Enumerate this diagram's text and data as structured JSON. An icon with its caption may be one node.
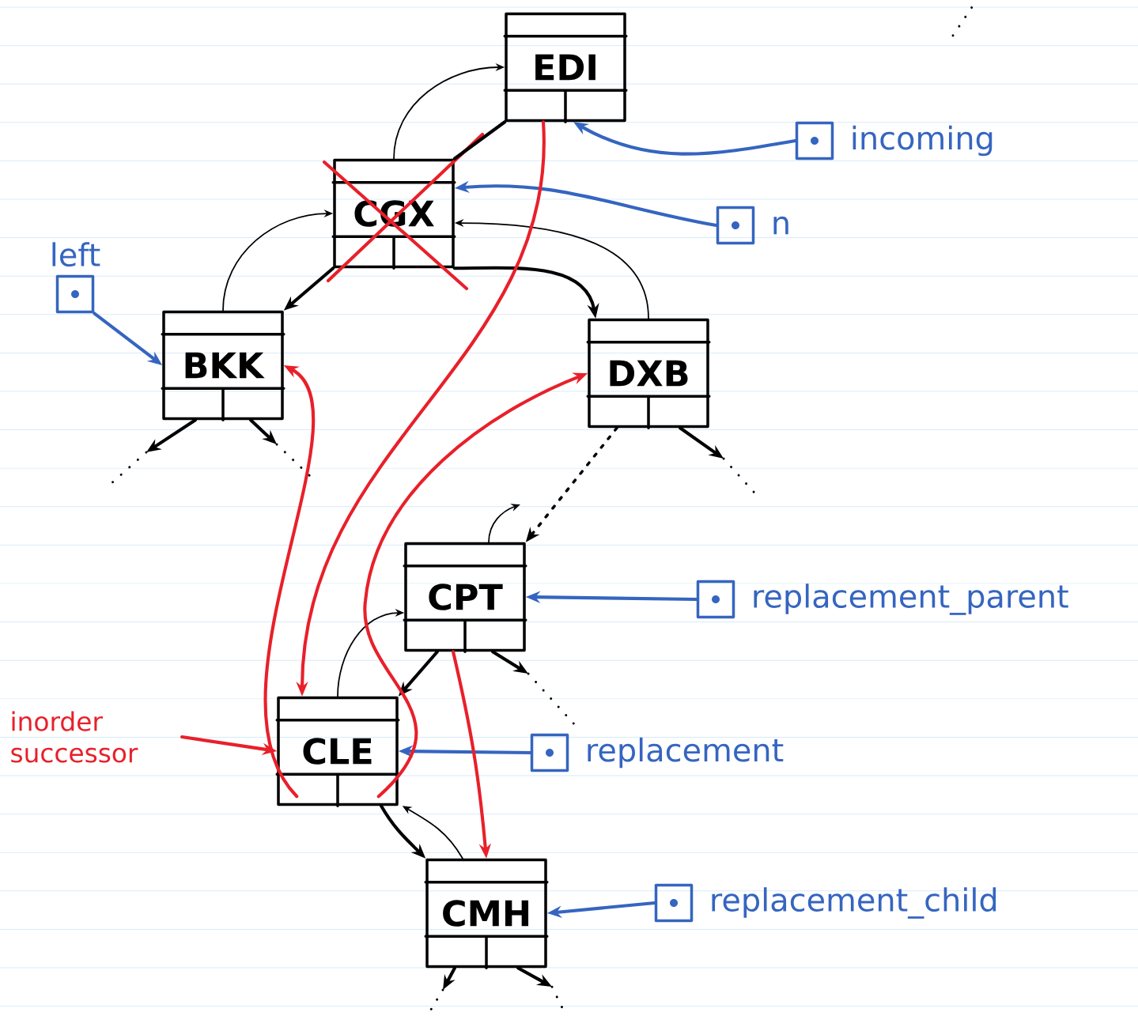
{
  "diagram": {
    "nodes": [
      {
        "text": [
          "EDI"
        ]
      },
      {
        "text": [
          "CGX"
        ]
      },
      {
        "text": [
          "BKK"
        ]
      },
      {
        "text": [
          "DXB"
        ]
      },
      {
        "text": [
          "CPT"
        ]
      },
      {
        "text": [
          "CLE"
        ]
      },
      {
        "text": [
          "CMH"
        ]
      },
      {
        "text": [],
        "shape": "box",
        "beside": [
          "incoming"
        ]
      },
      {
        "text": [],
        "shape": "box",
        "beside": [
          "n"
        ]
      },
      {
        "text": [],
        "shape": "box",
        "beside": [
          "left"
        ]
      },
      {
        "text": [],
        "shape": "box",
        "beside": [
          "replacement_parent"
        ]
      },
      {
        "text": [],
        "shape": "box",
        "beside": [
          "replacement"
        ]
      },
      {
        "text": [],
        "shape": "box",
        "beside": [
          "replacement_child"
        ]
      },
      {
        "text": [
          "inorder successor"
        ]
      }
    ],
    "edges": [
      {
        "from": 1,
        "to": 0,
        "arrow": "to"
      },
      {
        "from": 0,
        "to": 1,
        "arrow": "none"
      },
      {
        "from": 1,
        "to": 2,
        "arrow": "to"
      },
      {
        "from": 1,
        "to": 3,
        "arrow": "to"
      },
      {
        "from": 2,
        "to": 1,
        "arrow": "to"
      },
      {
        "from": 3,
        "to": 1,
        "arrow": "to"
      },
      {
        "from": 2,
        "to": null,
        "arrow": "to"
      },
      {
        "from": 2,
        "to": null,
        "arrow": "to"
      },
      {
        "from": 3,
        "to": 4,
        "arrow": "to",
        "style": "dashed"
      },
      {
        "from": 3,
        "to": null,
        "arrow": "to"
      },
      {
        "from": 4,
        "to": null,
        "arrow": "to"
      },
      {
        "from": 4,
        "to": 5,
        "arrow": "to"
      },
      {
        "from": 4,
        "to": null,
        "arrow": "to"
      },
      {
        "from": 5,
        "to": 4,
        "arrow": "to"
      },
      {
        "from": 5,
        "to": 6,
        "arrow": "to"
      },
      {
        "from": 6,
        "to": 5,
        "arrow": "to"
      },
      {
        "from": 6,
        "to": null,
        "arrow": "to"
      },
      {
        "from": 6,
        "to": null,
        "arrow": "to"
      },
      {
        "from": 7,
        "to": 0,
        "arrow": "to",
        "color": "#3565c0"
      },
      {
        "from": 8,
        "to": 1,
        "arrow": "to",
        "color": "#3565c0"
      },
      {
        "from": 9,
        "to": 2,
        "arrow": "to",
        "color": "#3565c0"
      },
      {
        "from": 10,
        "to": 4,
        "arrow": "to",
        "color": "#3565c0"
      },
      {
        "from": 11,
        "to": 5,
        "arrow": "to",
        "color": "#3565c0"
      },
      {
        "from": 12,
        "to": 6,
        "arrow": "to",
        "color": "#3565c0"
      },
      {
        "from": 13,
        "to": 5,
        "arrow": "to",
        "color": "#e8202a"
      },
      {
        "from": 0,
        "to": 5,
        "arrow": "to",
        "color": "#e8202a"
      },
      {
        "from": 5,
        "to": 2,
        "arrow": "to",
        "color": "#e8202a"
      },
      {
        "from": 5,
        "to": 3,
        "arrow": "to",
        "color": "#e8202a"
      },
      {
        "from": 4,
        "to": 6,
        "arrow": "to",
        "color": "#e8202a"
      }
    ]
  }
}
